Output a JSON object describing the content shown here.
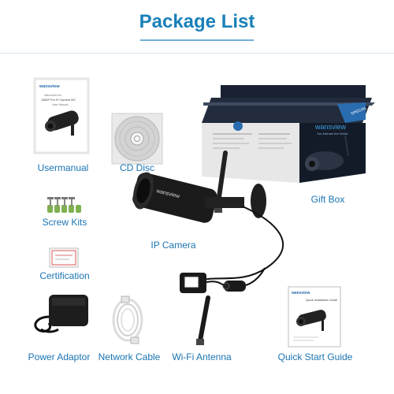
{
  "header": {
    "title": "Package List"
  },
  "items": {
    "usermanual": {
      "label": "Usermanual",
      "brand": "wansview",
      "cover_line1": "Wansview Inc.",
      "cover_line2": "1080P Pro IP Camera W2",
      "cover_line3": "User Manual"
    },
    "cd_disc": {
      "label": "CD Disc"
    },
    "gift_box": {
      "label": "Gift Box",
      "brand": "wansview",
      "tagline": "You Interact the World",
      "ribbon": "SPECIAL"
    },
    "screw_kits": {
      "label": "Screw Kits"
    },
    "ip_camera": {
      "label": "IP Camera",
      "brand": "wansview"
    },
    "certification": {
      "label": "Certification"
    },
    "power_adaptor": {
      "label": "Power Adaptor"
    },
    "network_cable": {
      "label": "Network Cable"
    },
    "wifi_antenna": {
      "label": "Wi-Fi Antenna"
    },
    "quick_start_guide": {
      "label": "Quick Start Guide",
      "brand": "wansview",
      "cover_title": "Quick Installation Guide"
    }
  },
  "colors": {
    "title": "#1a80b8",
    "label": "#1a74b3",
    "box": "#1b2230",
    "accent": "#2f8fd0"
  }
}
